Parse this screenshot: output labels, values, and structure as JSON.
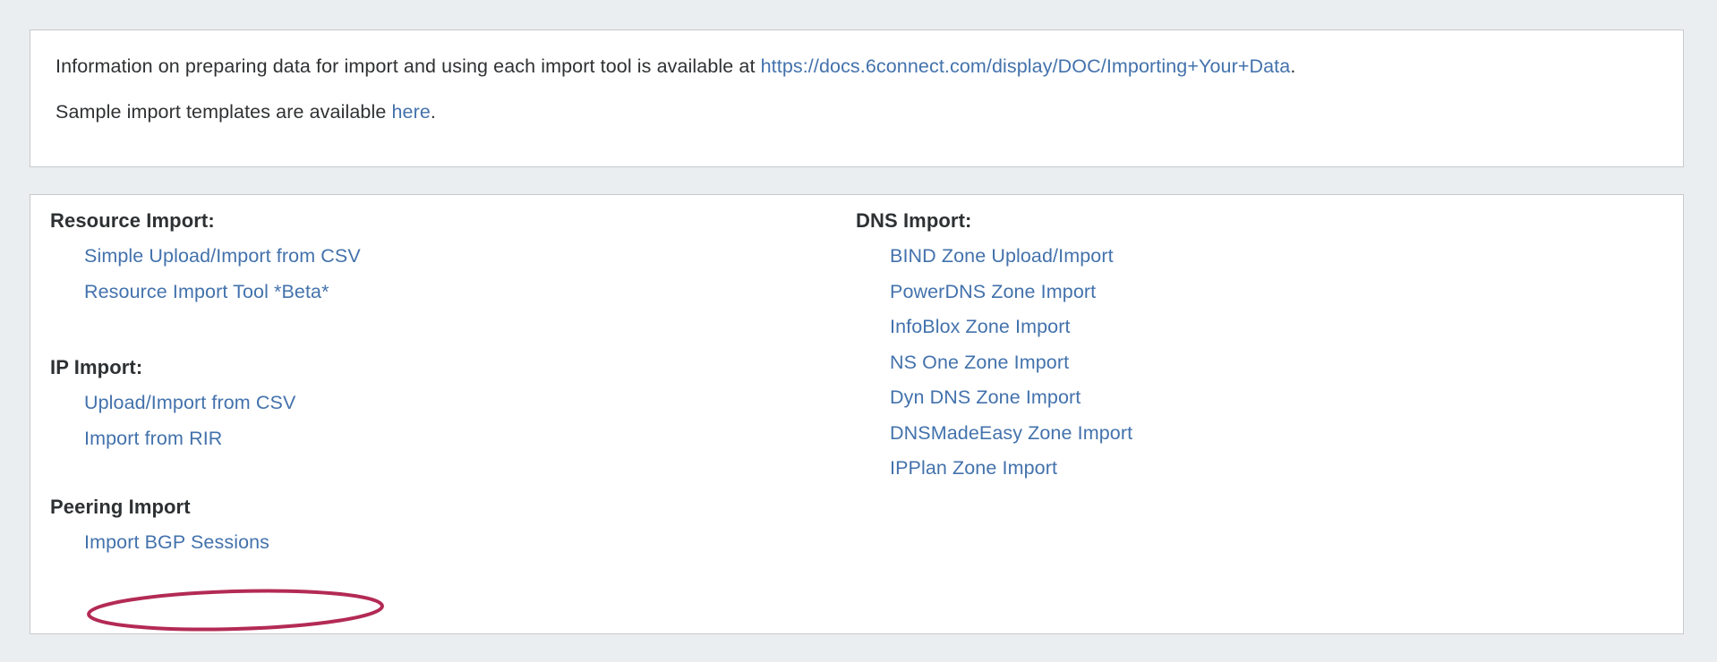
{
  "info_panel": {
    "line1_before": "Information on preparing data for import and using each import tool is available at ",
    "line1_link": "https://docs.6connect.com/display/DOC/Importing+Your+Data",
    "line1_after": ".",
    "line2_before": "Sample import templates are available ",
    "line2_link": "here",
    "line2_after": "."
  },
  "tools_panel": {
    "left_column": [
      {
        "heading": "Resource Import:",
        "links": [
          "Simple Upload/Import from CSV",
          "Resource Import Tool *Beta*"
        ]
      },
      {
        "heading": "IP Import:",
        "links": [
          "Upload/Import from CSV",
          "Import from RIR"
        ]
      },
      {
        "heading": "Peering Import",
        "links": [
          "Import BGP Sessions"
        ]
      }
    ],
    "right_column": [
      {
        "heading": "DNS Import:",
        "links": [
          "BIND Zone Upload/Import",
          "PowerDNS Zone Import",
          "InfoBlox Zone Import",
          "NS One Zone Import",
          "Dyn DNS Zone Import",
          "DNSMadeEasy Zone Import",
          "IPPlan Zone Import"
        ]
      }
    ]
  },
  "annotation": {
    "target_label": "Upload/Import from CSV",
    "shape": "ellipse",
    "color": "#b32a55",
    "stroke_width": 4
  },
  "colors": {
    "page_background": "#eaeef0",
    "panel_background": "#ffffff",
    "panel_border": "#c8cbcd",
    "link": "#4372ac",
    "heading_text": "#2e3133",
    "body_text": "#2f3133",
    "annotation": "#b32a55"
  }
}
